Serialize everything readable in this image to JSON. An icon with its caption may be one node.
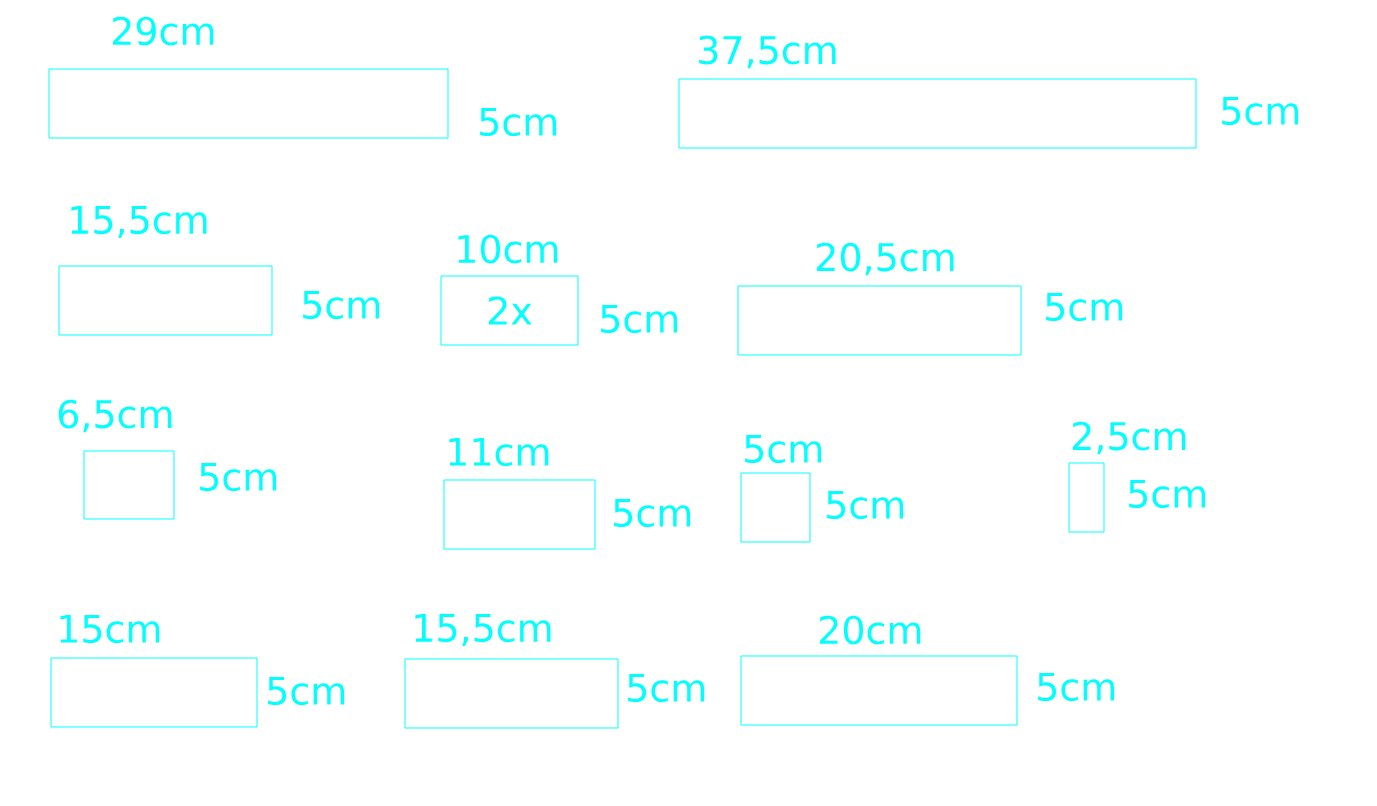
{
  "diagram": {
    "nodes": [
      {
        "text": [],
        "shape": "box",
        "beside": [
          "29cm",
          "5cm"
        ]
      },
      {
        "text": [],
        "shape": "box",
        "beside": [
          "37,5cm",
          "5cm"
        ]
      },
      {
        "text": [],
        "shape": "box",
        "beside": [
          "15,5cm",
          "5cm"
        ]
      },
      {
        "text": [
          "2x"
        ],
        "beside": [
          "10cm",
          "5cm"
        ]
      },
      {
        "text": [],
        "shape": "box",
        "beside": [
          "20,5cm",
          "5cm"
        ]
      },
      {
        "text": [],
        "shape": "box",
        "beside": [
          "6,5cm",
          "5cm"
        ]
      },
      {
        "text": [],
        "shape": "box",
        "beside": [
          "11cm",
          "5cm"
        ]
      },
      {
        "text": [],
        "shape": "box",
        "beside": [
          "5cm",
          "5cm"
        ]
      },
      {
        "text": [],
        "shape": "box",
        "beside": [
          "2,5cm",
          "5cm"
        ]
      },
      {
        "text": [],
        "shape": "box",
        "beside": [
          "15cm",
          "5cm"
        ]
      },
      {
        "text": [],
        "shape": "box",
        "beside": [
          "15,5cm",
          "5cm"
        ]
      },
      {
        "text": [],
        "shape": "box",
        "beside": [
          "20cm",
          "5cm"
        ]
      }
    ]
  }
}
